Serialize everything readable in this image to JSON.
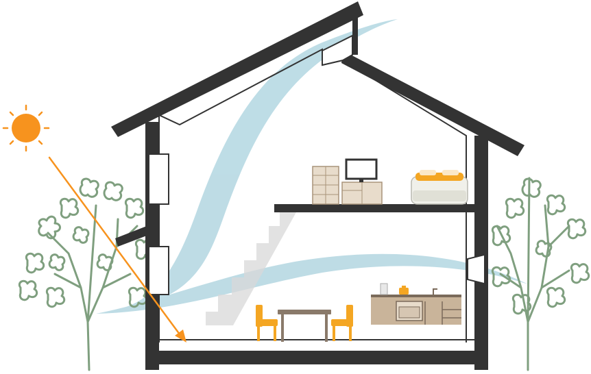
{
  "diagram": {
    "subject": "passive-design-house-cross-section",
    "colors": {
      "structure": "#333333",
      "wind": "#b7d9e3",
      "sun": "#f7931e",
      "sunlight_ray": "#f7931e",
      "tree": "#7f9f7f",
      "stairs": "#d8d8d8",
      "chair": "#f4a623",
      "wood_furniture": "#d6c6b2",
      "kitchen": "#c9b49a",
      "table": "#8a7a6a"
    },
    "icons": [
      "sun-icon",
      "sunlight-ray-arrow",
      "wind-flow",
      "tree-left-icon",
      "tree-right-icon",
      "stairs-icon",
      "dining-table-icon",
      "chair-icon",
      "kitchen-counter-icon",
      "monitor-icon",
      "bed-icon",
      "cabinet-icon"
    ]
  }
}
